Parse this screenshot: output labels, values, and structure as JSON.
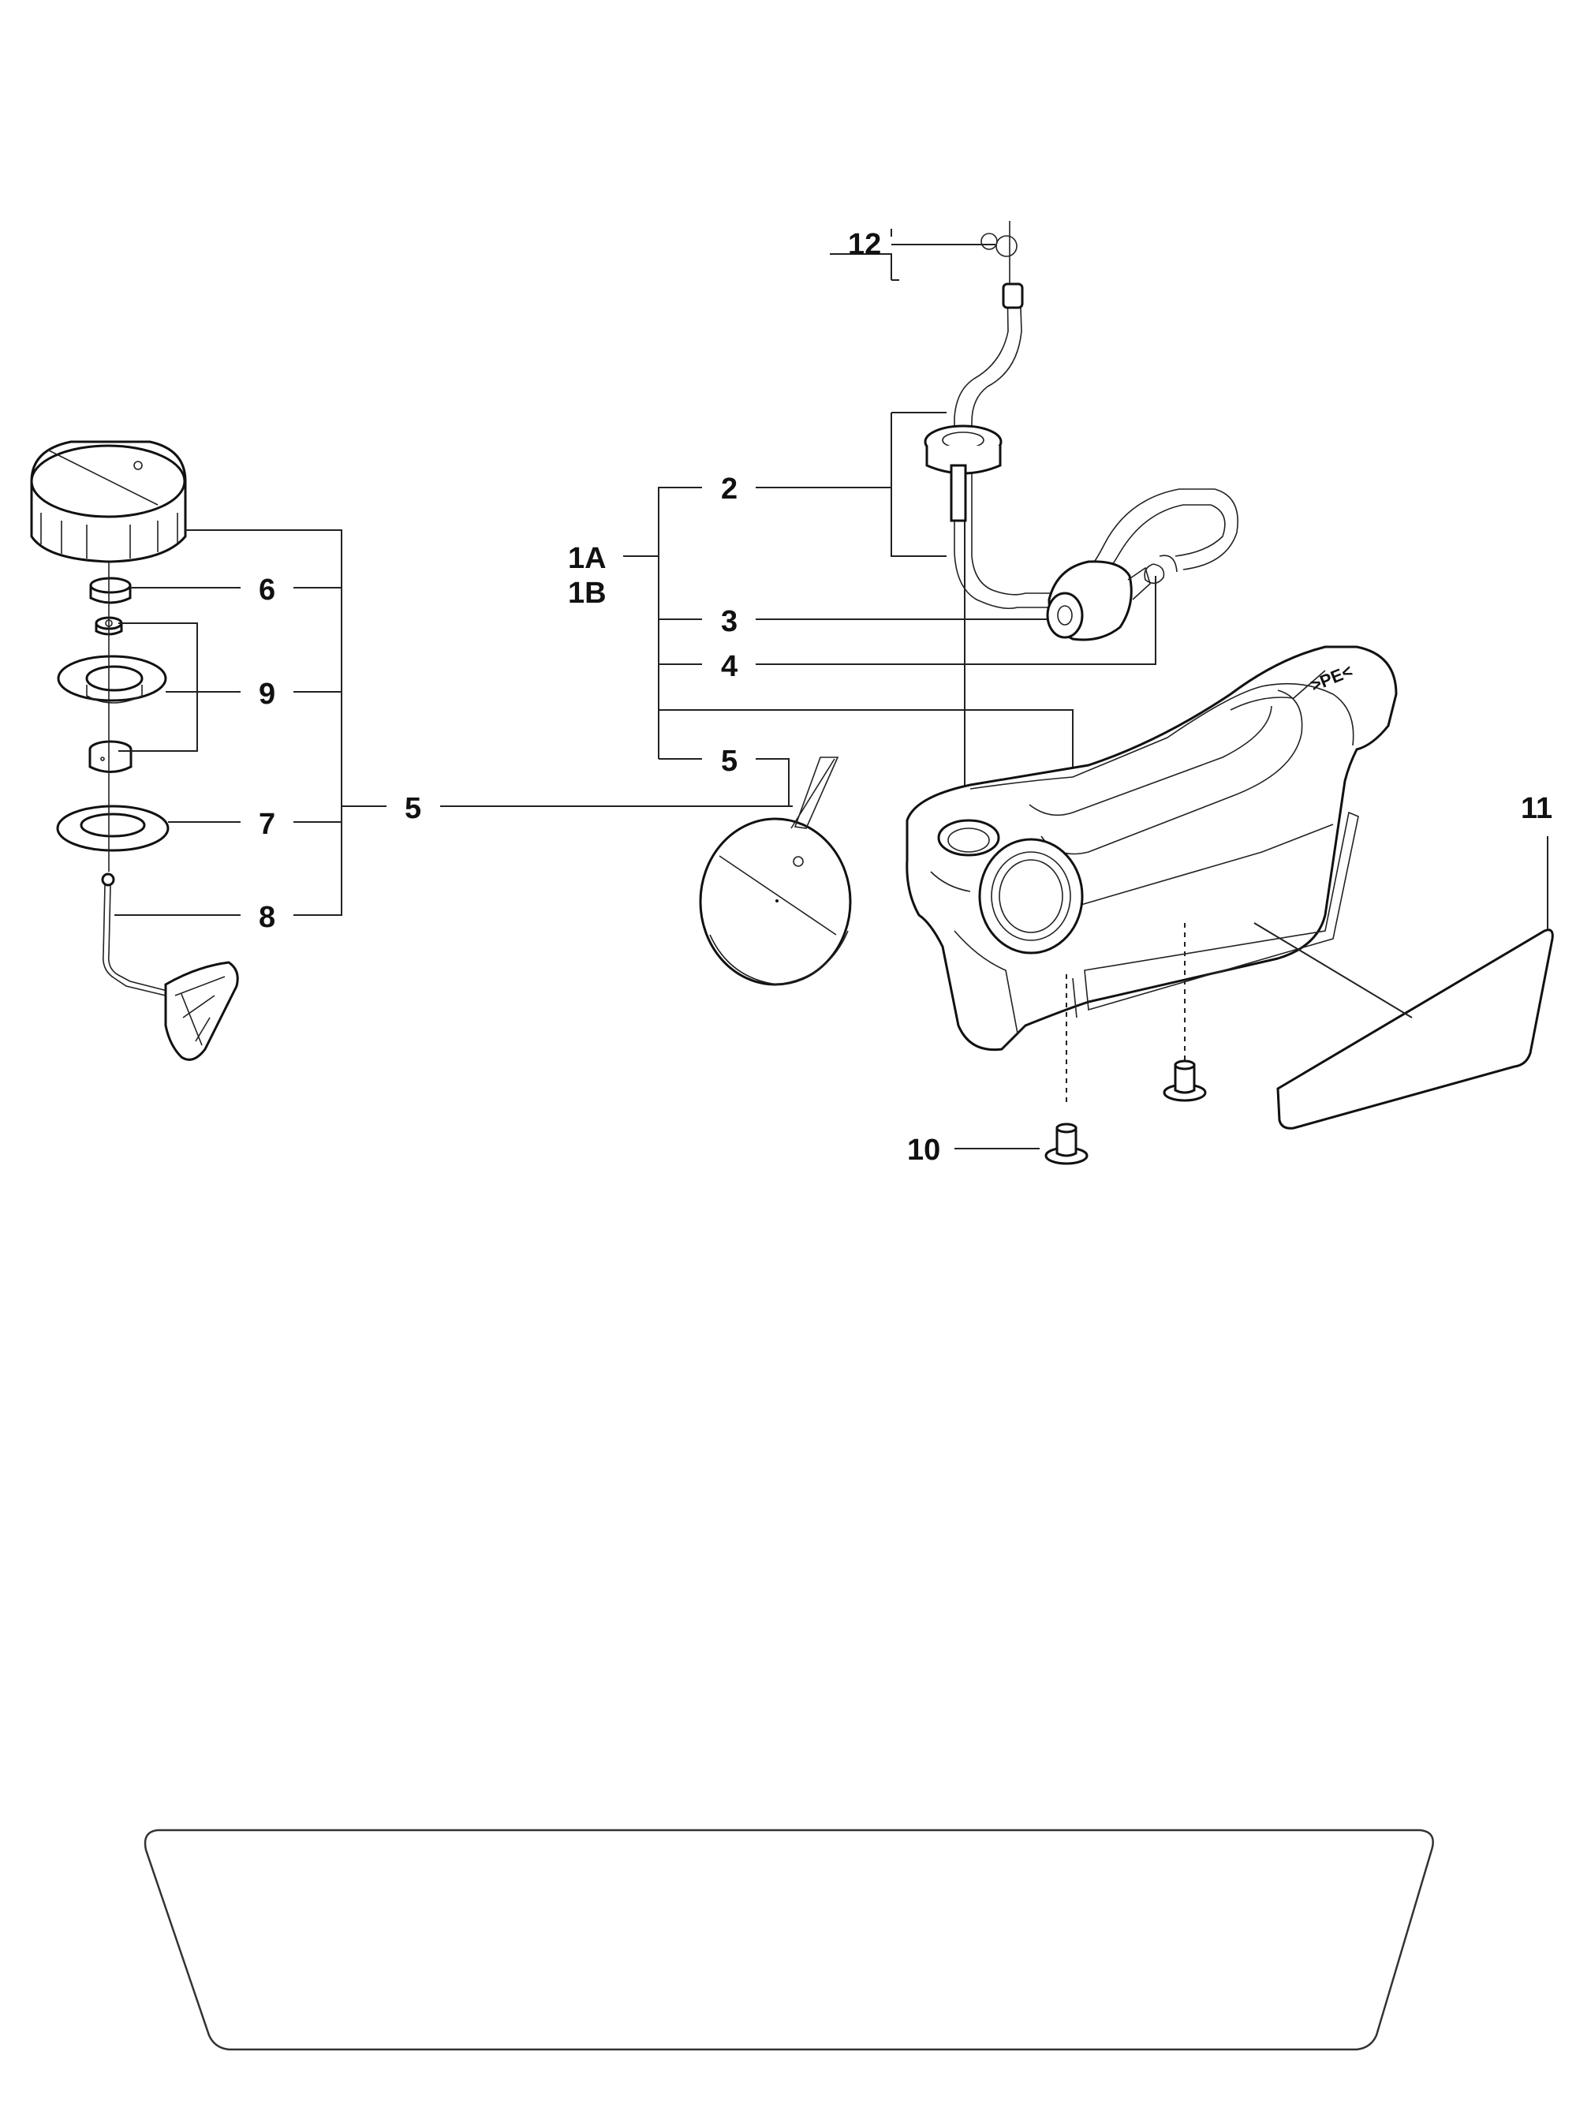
{
  "labels": {
    "l12": "12",
    "l2": "2",
    "l1a": "1A",
    "l1b": "1B",
    "l3": "3",
    "l4": "4",
    "l5_right": "5",
    "l5_center": "5",
    "l6": "6",
    "l9": "9",
    "l7": "7",
    "l8": "8",
    "l11": "11",
    "l10": "10",
    "tank_logo": ">PE<"
  }
}
